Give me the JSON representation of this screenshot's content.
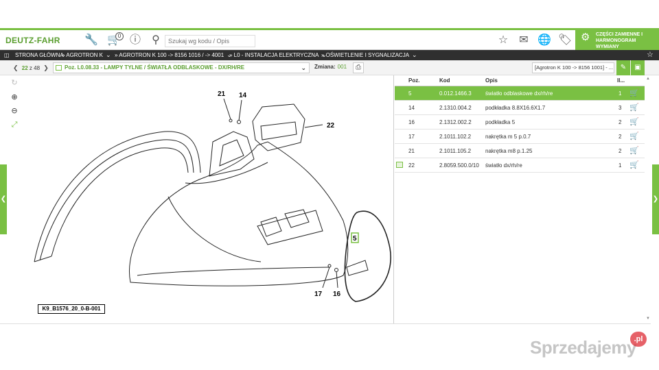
{
  "header": {
    "logo": "DEUTZ-FAHR",
    "cart_count": "0",
    "search_placeholder": "Szukaj wg kodu / Opis",
    "parts_button_label": "CZĘŚCI ZAMIENNE I HARMONOGRAM WYMIANY"
  },
  "breadcrumb": {
    "items": [
      "STRONA GŁÓWNA",
      "AGROTRON K",
      "AGROTRON K 100 -> 8156 1016 / -> 4001",
      "L0 - INSTALACJA ELEKTRYCZNA",
      "OŚWIETLENIE I SYGNALIZACJA"
    ]
  },
  "toolbar": {
    "page_current": "22",
    "page_of": "z 48",
    "group_select": "Poz. L0.08.33 - LAMPY TYLNE / ŚWIATŁA ODBLASKOWE - DX/RH/RE",
    "change_label": "Zmiana:",
    "change_value": "001",
    "model_select": "[Agrotron K 100 -> 8156 1001] - ..."
  },
  "diagram": {
    "code": "K9_B1576_20_0-B-001",
    "callouts": [
      "21",
      "14",
      "22",
      "5",
      "17",
      "16"
    ]
  },
  "table": {
    "headers": {
      "pos": "Poz.",
      "code": "Kod",
      "desc": "Opis",
      "qty": "Il..."
    },
    "rows": [
      {
        "pos": "5",
        "code": "0.012.1466.3",
        "desc": "światło odblaskowe dx/rh/re",
        "qty": "1"
      },
      {
        "pos": "14",
        "code": "2.1310.004.2",
        "desc": "podkładka 8.8X16.6X1.7",
        "qty": "3"
      },
      {
        "pos": "16",
        "code": "2.1312.002.2",
        "desc": "podkładka 5",
        "qty": "2"
      },
      {
        "pos": "17",
        "code": "2.1011.102.2",
        "desc": "nakrętka m 5 p.0.7",
        "qty": "2"
      },
      {
        "pos": "21",
        "code": "2.1011.105.2",
        "desc": "nakrętka m8 p.1.25",
        "qty": "2"
      },
      {
        "pos": "22",
        "code": "2.8059.500.0/10",
        "desc": "światło dx/rh/re",
        "qty": "1"
      }
    ]
  },
  "watermark": {
    "text": "Sprzedajemy",
    "suffix": ".pl"
  },
  "colors": {
    "accent": "#7ac043",
    "dark_bar": "#2f2f2f"
  }
}
